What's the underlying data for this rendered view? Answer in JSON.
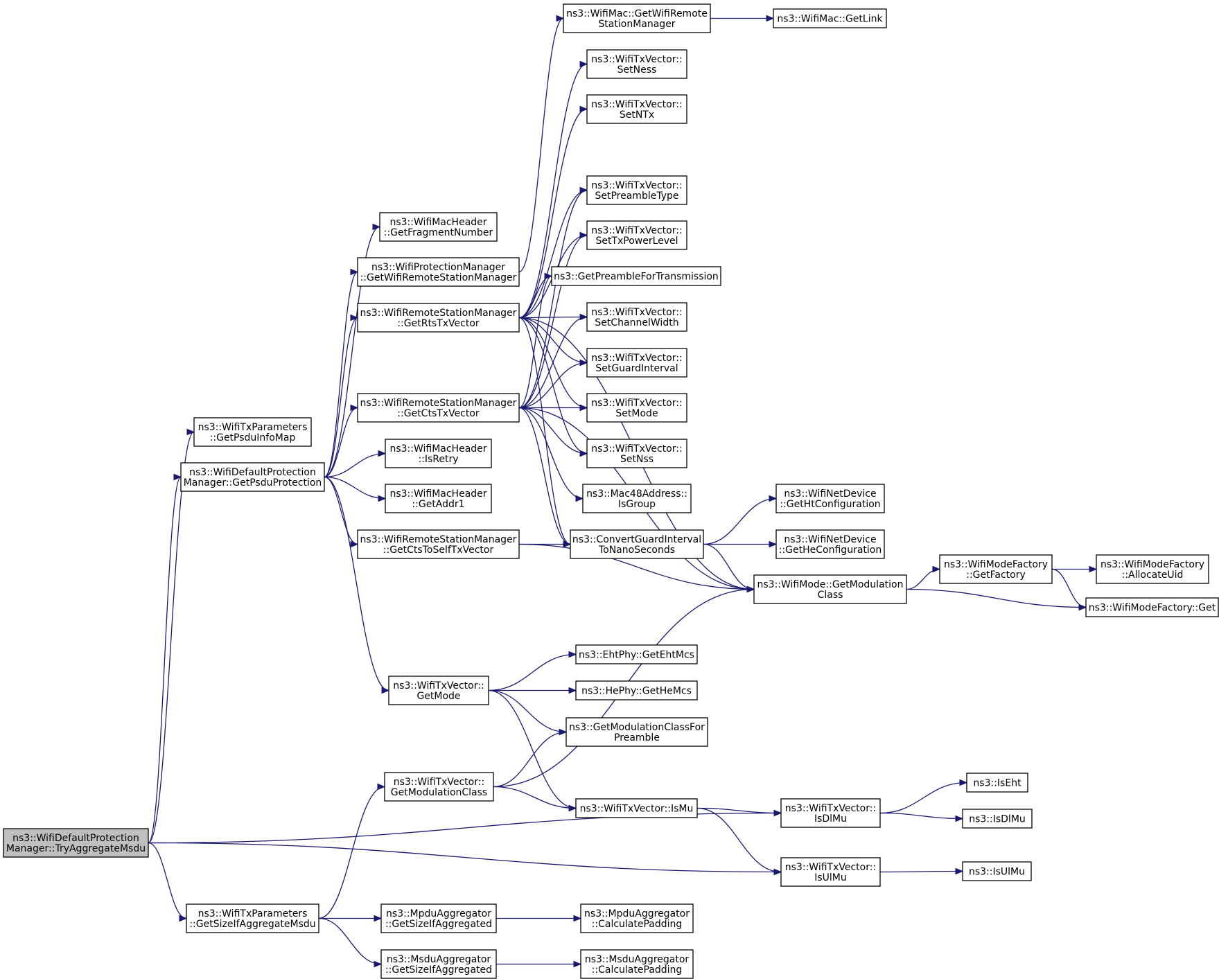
{
  "colors": {
    "edge": "#191970",
    "root_fill": "#bfbfbf",
    "node_fill": "#ffffff",
    "node_border": "#000000"
  },
  "nodes": [
    {
      "id": "root",
      "lines": [
        "ns3::WifiDefaultProtection",
        "Manager::TryAggregateMsdu"
      ],
      "root": true
    },
    {
      "id": "getPsduInfoMap",
      "lines": [
        "ns3::WifiTxParameters",
        "::GetPsduInfoMap"
      ]
    },
    {
      "id": "getPsduProtection",
      "lines": [
        "ns3::WifiDefaultProtection",
        "Manager::GetPsduProtection"
      ]
    },
    {
      "id": "getSizeIfAggregateMsdu",
      "lines": [
        "ns3::WifiTxParameters",
        "::GetSizeIfAggregateMsdu"
      ]
    },
    {
      "id": "getFragmentNumber",
      "lines": [
        "ns3::WifiMacHeader",
        "::GetFragmentNumber"
      ]
    },
    {
      "id": "protGetWrsm",
      "lines": [
        "ns3::WifiProtectionManager",
        "::GetWifiRemoteStationManager"
      ]
    },
    {
      "id": "getRtsTxVector",
      "lines": [
        "ns3::WifiRemoteStationManager",
        "::GetRtsTxVector"
      ]
    },
    {
      "id": "getCtsTxVector",
      "lines": [
        "ns3::WifiRemoteStationManager",
        "::GetCtsTxVector"
      ]
    },
    {
      "id": "isRetry",
      "lines": [
        "ns3::WifiMacHeader",
        "::IsRetry"
      ]
    },
    {
      "id": "getAddr1",
      "lines": [
        "ns3::WifiMacHeader",
        "::GetAddr1"
      ]
    },
    {
      "id": "getCtsToSelf",
      "lines": [
        "ns3::WifiRemoteStationManager",
        "::GetCtsToSelfTxVector"
      ]
    },
    {
      "id": "txvGetMode",
      "lines": [
        "ns3::WifiTxVector::",
        "GetMode"
      ]
    },
    {
      "id": "txvGetModClass",
      "lines": [
        "ns3::WifiTxVector::",
        "GetModulationClass"
      ]
    },
    {
      "id": "mpduGetSize",
      "lines": [
        "ns3::MpduAggregator",
        "::GetSizeIfAggregated"
      ]
    },
    {
      "id": "msduGetSize",
      "lines": [
        "ns3::MsduAggregator",
        "::GetSizeIfAggregated"
      ]
    },
    {
      "id": "macGetWrsm",
      "lines": [
        "ns3::WifiMac::GetWifiRemote",
        "StationManager"
      ]
    },
    {
      "id": "setNess",
      "lines": [
        "ns3::WifiTxVector::",
        "SetNess"
      ]
    },
    {
      "id": "setNTx",
      "lines": [
        "ns3::WifiTxVector::",
        "SetNTx"
      ]
    },
    {
      "id": "setPreambleType",
      "lines": [
        "ns3::WifiTxVector::",
        "SetPreambleType"
      ]
    },
    {
      "id": "setTxPowerLevel",
      "lines": [
        "ns3::WifiTxVector::",
        "SetTxPowerLevel"
      ]
    },
    {
      "id": "getPreambleForTx",
      "lines": [
        "ns3::GetPreambleForTransmission"
      ]
    },
    {
      "id": "setChannelWidth",
      "lines": [
        "ns3::WifiTxVector::",
        "SetChannelWidth"
      ]
    },
    {
      "id": "setGuardInterval",
      "lines": [
        "ns3::WifiTxVector::",
        "SetGuardInterval"
      ]
    },
    {
      "id": "setMode",
      "lines": [
        "ns3::WifiTxVector::",
        "SetMode"
      ]
    },
    {
      "id": "setNss",
      "lines": [
        "ns3::WifiTxVector::",
        "SetNss"
      ]
    },
    {
      "id": "isGroup",
      "lines": [
        "ns3::Mac48Address::",
        "IsGroup"
      ]
    },
    {
      "id": "convertGI",
      "lines": [
        "ns3::ConvertGuardInterval",
        "ToNanoSeconds"
      ]
    },
    {
      "id": "getEhtMcs",
      "lines": [
        "ns3::EhtPhy::GetEhtMcs"
      ]
    },
    {
      "id": "getHeMcs",
      "lines": [
        "ns3::HePhy::GetHeMcs"
      ]
    },
    {
      "id": "getModClassForPreamble",
      "lines": [
        "ns3::GetModulationClassFor",
        "Preamble"
      ]
    },
    {
      "id": "txvIsMu",
      "lines": [
        "ns3::WifiTxVector::IsMu"
      ]
    },
    {
      "id": "mpduCalcPad",
      "lines": [
        "ns3::MpduAggregator",
        "::CalculatePadding"
      ]
    },
    {
      "id": "msduCalcPad",
      "lines": [
        "ns3::MsduAggregator",
        "::CalculatePadding"
      ]
    },
    {
      "id": "macGetLink",
      "lines": [
        "ns3::WifiMac::GetLink"
      ]
    },
    {
      "id": "getHtConfig",
      "lines": [
        "ns3::WifiNetDevice",
        "::GetHtConfiguration"
      ]
    },
    {
      "id": "getHeConfig",
      "lines": [
        "ns3::WifiNetDevice",
        "::GetHeConfiguration"
      ]
    },
    {
      "id": "modeGetModClass",
      "lines": [
        "ns3::WifiMode::GetModulation",
        "Class"
      ]
    },
    {
      "id": "txvIsDlMu",
      "lines": [
        "ns3::WifiTxVector::",
        "IsDlMu"
      ]
    },
    {
      "id": "txvIsUlMu",
      "lines": [
        "ns3::WifiTxVector::",
        "IsUlMu"
      ]
    },
    {
      "id": "factoryGetFactory",
      "lines": [
        "ns3::WifiModeFactory",
        "::GetFactory"
      ]
    },
    {
      "id": "isEht",
      "lines": [
        "ns3::IsEht"
      ]
    },
    {
      "id": "isDlMu",
      "lines": [
        "ns3::IsDlMu"
      ]
    },
    {
      "id": "isUlMu",
      "lines": [
        "ns3::IsUlMu"
      ]
    },
    {
      "id": "factoryAllocateUid",
      "lines": [
        "ns3::WifiModeFactory",
        "::AllocateUid"
      ]
    },
    {
      "id": "factoryGet",
      "lines": [
        "ns3::WifiModeFactory::Get"
      ]
    }
  ],
  "edges": [
    [
      "root",
      "getPsduInfoMap"
    ],
    [
      "root",
      "getPsduProtection"
    ],
    [
      "root",
      "txvIsDlMu"
    ],
    [
      "root",
      "txvIsUlMu"
    ],
    [
      "root",
      "getSizeIfAggregateMsdu"
    ],
    [
      "getPsduProtection",
      "getFragmentNumber"
    ],
    [
      "getPsduProtection",
      "protGetWrsm"
    ],
    [
      "getPsduProtection",
      "getRtsTxVector"
    ],
    [
      "getPsduProtection",
      "getCtsTxVector"
    ],
    [
      "getPsduProtection",
      "isRetry"
    ],
    [
      "getPsduProtection",
      "getAddr1"
    ],
    [
      "getPsduProtection",
      "getCtsToSelf"
    ],
    [
      "getPsduProtection",
      "txvGetMode"
    ],
    [
      "protGetWrsm",
      "macGetWrsm"
    ],
    [
      "macGetWrsm",
      "macGetLink"
    ],
    [
      "getRtsTxVector",
      "setNess"
    ],
    [
      "getRtsTxVector",
      "setNTx"
    ],
    [
      "getRtsTxVector",
      "setPreambleType"
    ],
    [
      "getRtsTxVector",
      "setTxPowerLevel"
    ],
    [
      "getRtsTxVector",
      "getPreambleForTx"
    ],
    [
      "getRtsTxVector",
      "setChannelWidth"
    ],
    [
      "getRtsTxVector",
      "setGuardInterval"
    ],
    [
      "getRtsTxVector",
      "setMode"
    ],
    [
      "getRtsTxVector",
      "setNss"
    ],
    [
      "getRtsTxVector",
      "convertGI"
    ],
    [
      "getRtsTxVector",
      "modeGetModClass"
    ],
    [
      "getCtsTxVector",
      "setPreambleType"
    ],
    [
      "getCtsTxVector",
      "setTxPowerLevel"
    ],
    [
      "getCtsTxVector",
      "getPreambleForTx"
    ],
    [
      "getCtsTxVector",
      "setChannelWidth"
    ],
    [
      "getCtsTxVector",
      "setGuardInterval"
    ],
    [
      "getCtsTxVector",
      "setMode"
    ],
    [
      "getCtsTxVector",
      "setNss"
    ],
    [
      "getCtsTxVector",
      "isGroup"
    ],
    [
      "getCtsTxVector",
      "convertGI"
    ],
    [
      "getCtsTxVector",
      "modeGetModClass"
    ],
    [
      "getCtsToSelf",
      "convertGI"
    ],
    [
      "getCtsToSelf",
      "modeGetModClass"
    ],
    [
      "convertGI",
      "getHtConfig"
    ],
    [
      "convertGI",
      "getHeConfig"
    ],
    [
      "convertGI",
      "modeGetModClass"
    ],
    [
      "modeGetModClass",
      "factoryGetFactory"
    ],
    [
      "modeGetModClass",
      "factoryGet"
    ],
    [
      "factoryGetFactory",
      "factoryAllocateUid"
    ],
    [
      "factoryGetFactory",
      "factoryGet"
    ],
    [
      "txvGetMode",
      "getEhtMcs"
    ],
    [
      "txvGetMode",
      "getHeMcs"
    ],
    [
      "txvGetMode",
      "getModClassForPreamble"
    ],
    [
      "txvGetMode",
      "txvIsMu"
    ],
    [
      "txvGetModClass",
      "getModClassForPreamble"
    ],
    [
      "txvGetModClass",
      "modeGetModClass"
    ],
    [
      "txvGetModClass",
      "txvIsMu"
    ],
    [
      "txvIsMu",
      "txvIsDlMu"
    ],
    [
      "txvIsMu",
      "txvIsUlMu"
    ],
    [
      "txvIsDlMu",
      "isEht"
    ],
    [
      "txvIsDlMu",
      "isDlMu"
    ],
    [
      "txvIsUlMu",
      "isUlMu"
    ],
    [
      "getSizeIfAggregateMsdu",
      "txvGetModClass"
    ],
    [
      "getSizeIfAggregateMsdu",
      "mpduGetSize"
    ],
    [
      "getSizeIfAggregateMsdu",
      "msduGetSize"
    ],
    [
      "mpduGetSize",
      "mpduCalcPad"
    ],
    [
      "msduGetSize",
      "msduCalcPad"
    ]
  ]
}
